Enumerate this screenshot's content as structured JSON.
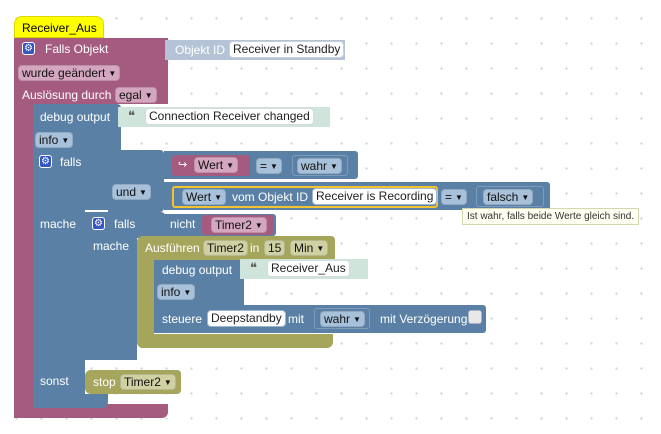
{
  "trigger_block": {
    "script_name": "Receiver_Aus",
    "label_falls_objekt": "Falls Objekt",
    "label_objekt_id": "Objekt ID",
    "object_value": "Receiver in Standby",
    "change_type": "wurde geändert",
    "label_ausloesung": "Auslösung durch",
    "trigger_source": "egal"
  },
  "debug_block_1": {
    "label": "debug output",
    "quote": "❝",
    "text": "Connection Receiver changed",
    "level": "info"
  },
  "if_block": {
    "label_falls": "falls",
    "label_mache": "mache",
    "label_sonst": "sonst",
    "logic_op": "und",
    "compare_1": {
      "var": "Wert",
      "op": "=",
      "value": "wahr"
    },
    "compare_2": {
      "var": "Wert",
      "label_vom_objekt": "vom Objekt ID",
      "object": "Receiver is Recording",
      "op": "=",
      "value": "falsch"
    },
    "tooltip": "Ist wahr, falls beide Werte gleich sind."
  },
  "inner_if": {
    "label_falls": "falls",
    "label_nicht": "nicht",
    "timer_var": "Timer2",
    "label_mache": "mache"
  },
  "timeout_block": {
    "label_ausfuehren": "Ausführen",
    "timer": "Timer2",
    "label_in": "in",
    "amount": "15",
    "unit": "Min"
  },
  "debug_block_2": {
    "label": "debug output",
    "quote": "❝",
    "text": "Receiver_Aus",
    "level": "info"
  },
  "control_block": {
    "label_steuere": "steuere",
    "object": "Deepstandby",
    "label_mit": "mit",
    "value": "wahr",
    "label_delay": "mit Verzögerung"
  },
  "stop_block": {
    "label_stop": "stop",
    "timer": "Timer2"
  },
  "colors": {
    "trigger": "#a55b80",
    "logic": "#5b80a5",
    "timer": "#a5a55b",
    "text": "#a5b05b",
    "hat": "#ffff00"
  }
}
